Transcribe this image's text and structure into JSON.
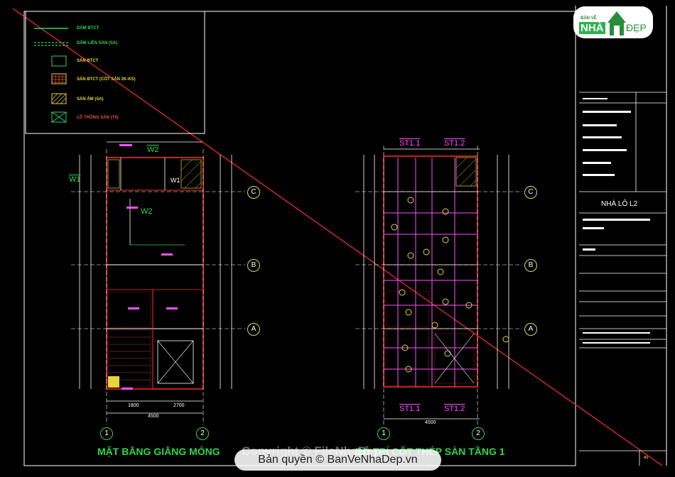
{
  "legend": {
    "items": [
      {
        "label": "DẦM BTCT",
        "color": "#2ed45a",
        "symbol": "line"
      },
      {
        "label": "DẦM LIÊN SÀN (SA)",
        "color": "#2ed45a",
        "symbol": "dashed"
      },
      {
        "label": "SÀN BTCT",
        "color": "#e6d43a",
        "symbol": "box"
      },
      {
        "label": "SÀN BTCT (CỐT SÀN 2K-KS)",
        "color": "#e6d43a",
        "symbol": "hatch-grid"
      },
      {
        "label": "SÀN ÂM (SA)",
        "color": "#e6d43a",
        "symbol": "hatch-diag"
      },
      {
        "label": "LỖ THÔNG SÀN (T0)",
        "color": "#e0533a",
        "symbol": "cross"
      }
    ]
  },
  "plan_left": {
    "labels": {
      "w1": "W1",
      "w2_top": "W2",
      "w2_mid": "W2",
      "w1_inner": "W1"
    },
    "title": "MẶT BẰNG GIẰNG MÓNG",
    "dims": {
      "bottom_total": "4500",
      "bottom_a": "1800",
      "bottom_b": "2700"
    }
  },
  "plan_right": {
    "st_labels": {
      "top_left": "ST1.1",
      "top_right": "ST1.2",
      "bottom_left": "ST1.1",
      "bottom_right": "ST1.2"
    },
    "title": "BỐ TRÍ CỐT THÉP SÀN TẦNG 1",
    "dims": {
      "bottom_total": "4500"
    }
  },
  "axes": {
    "rows": [
      "C",
      "B",
      "A"
    ],
    "cols_left": [
      "1",
      "2"
    ],
    "cols_right": [
      "1",
      "2"
    ]
  },
  "title_block": {
    "project": "NHÀ LÔ L2",
    "sheet_no": "A1"
  },
  "watermark": {
    "copyright_text": "Copyright © FileNhaDep",
    "footer": "Bản quyền © BanVeNhaDep.vn"
  },
  "logo": {
    "small": "BẢN VẼ",
    "brand_a": "NHÀ",
    "brand_b": "ĐẸP"
  },
  "colors": {
    "red": "#ff2b2b",
    "green": "#2ed45a",
    "yellow": "#e6d43a",
    "magenta": "#ff4fff",
    "white": "#ffffff"
  }
}
